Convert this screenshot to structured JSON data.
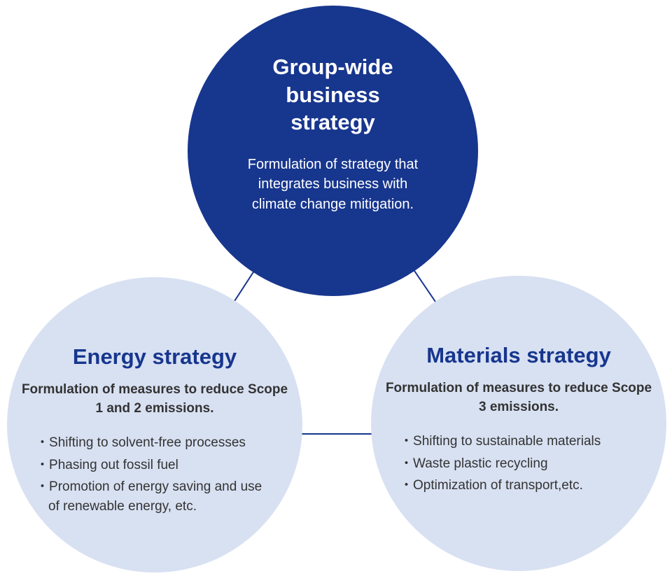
{
  "diagram": {
    "top_circle": {
      "title": "Group-wide business strategy",
      "description": "Formulation of strategy that integrates business with climate change mitigation."
    },
    "left_circle": {
      "title": "Energy strategy",
      "subtitle": "Formulation of measures to reduce Scope 1 and 2 emissions.",
      "bullets": [
        "Shifting to solvent-free processes",
        "Phasing out fossil fuel",
        "Promotion of energy saving and use of renewable energy, etc."
      ]
    },
    "right_circle": {
      "title": "Materials strategy",
      "subtitle": "Formulation of measures to reduce Scope 3 emissions.",
      "bullets": [
        "Shifting to sustainable materials",
        "Waste plastic recycling",
        "Optimization of transport,etc."
      ]
    },
    "colors": {
      "dark_blue": "#17368e",
      "light_blue": "#d8e1f2",
      "text_dark": "#333333"
    }
  }
}
